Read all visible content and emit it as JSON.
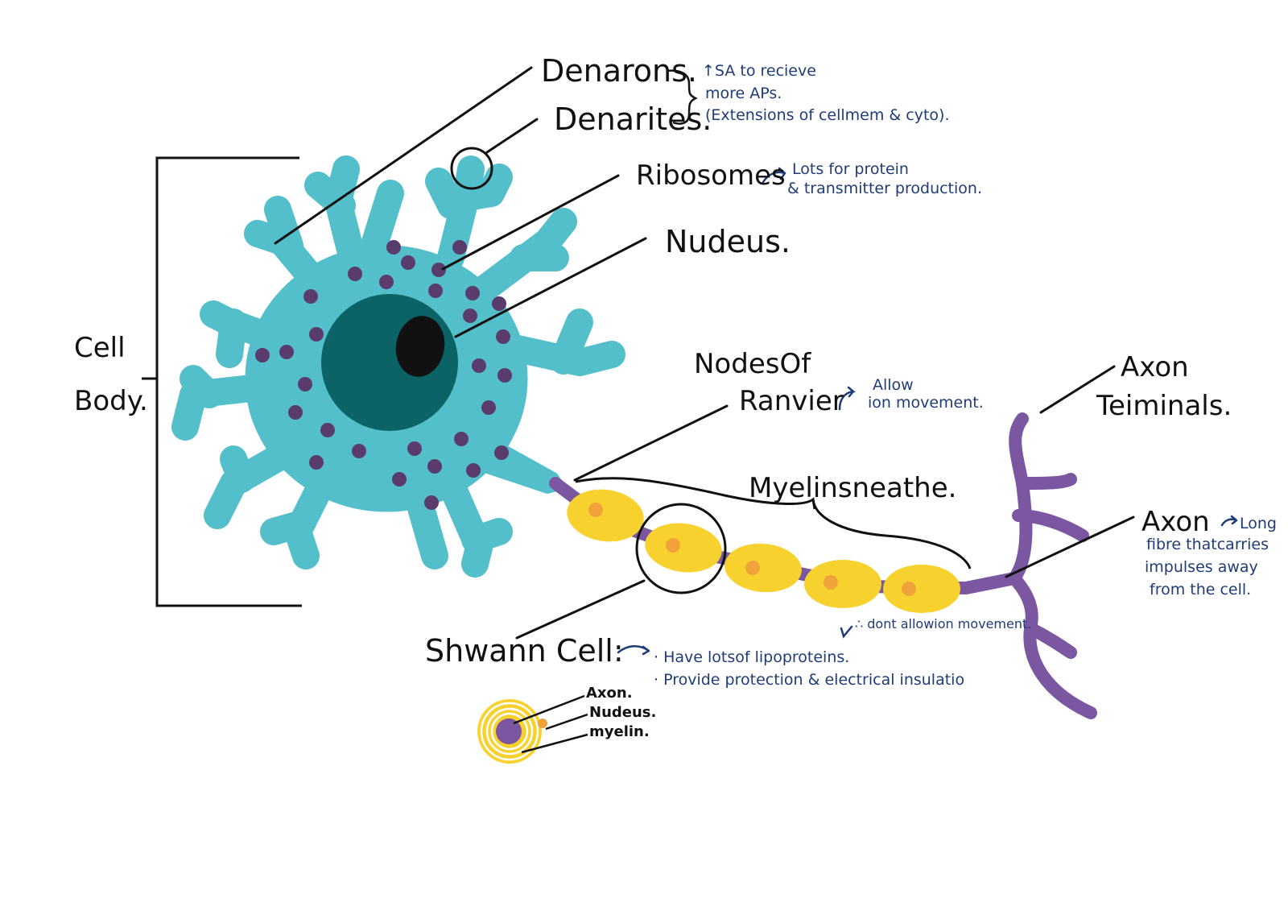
{
  "colors": {
    "cell_body": "#52bfcb",
    "nucleus": "#0b6366",
    "nucleolus": "#111111",
    "ribosome": "#5a3b6e",
    "axon": "#7a57a0",
    "myelin": "#f7d12e",
    "schwann_nucleus": "#f2a23a",
    "note_ink": "#1f3c78",
    "label_ink": "#111111"
  },
  "labels": {
    "dendrons": "Denarons.",
    "dendrites": "Denarites.",
    "ribosomes": "Ribosomes",
    "nucleus": "Nudeus.",
    "cell_body_line1": "Cell",
    "cell_body_line2": "Body.",
    "nodes_line1": "NodesOf",
    "nodes_line2": "Ranvier",
    "myelin_sheath": "Myelinsneathe.",
    "axon_terminals_line1": "Axon",
    "axon_terminals_line2": "Teiminals.",
    "axon": "Axon",
    "schwann_cell": "Shwann Cell:"
  },
  "notes": {
    "dendrites_line1": "↑SA to recieve",
    "dendrites_line2": "more APs.",
    "dendrites_line3": "(Extensions of cellmem & cyto).",
    "ribosomes_line1": "Lots for  protein",
    "ribosomes_line2": "& transmitter production.",
    "nodes_line1": "Allow",
    "nodes_line2": "ion movement.",
    "axon_line1": "Long",
    "axon_line2": "fibre thatcarries",
    "axon_line3": "impulses away",
    "axon_line4": "from the cell.",
    "myelin_note": "∴ dont allowion movement.",
    "schwann_line1": "· Have lotsof lipoproteins.",
    "schwann_line2": "· Provide protection & electrical insulatio"
  },
  "cross_section": {
    "axon": "Axon.",
    "nucleus": "Nudeus.",
    "myelin": "myelin."
  }
}
